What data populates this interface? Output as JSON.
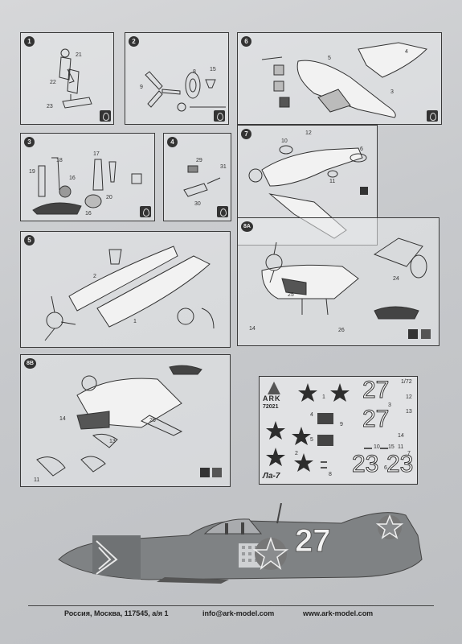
{
  "steps": {
    "s1": {
      "num": "1",
      "parts": [
        "21",
        "22",
        "23"
      ]
    },
    "s2": {
      "num": "2",
      "parts": [
        "8",
        "9",
        "15"
      ]
    },
    "s6": {
      "num": "6",
      "parts": [
        "5",
        "4",
        "3"
      ]
    },
    "s3": {
      "num": "3",
      "parts": [
        "17",
        "18",
        "19",
        "16",
        "20",
        "16"
      ]
    },
    "s4": {
      "num": "4",
      "parts": [
        "29",
        "31",
        "30"
      ]
    },
    "s7": {
      "num": "7",
      "parts": [
        "12",
        "10",
        "6",
        "11"
      ]
    },
    "s5": {
      "num": "5",
      "parts": [
        "2",
        "1"
      ]
    },
    "s8a": {
      "num": "8A",
      "parts": [
        "25",
        "24",
        "14",
        "26"
      ]
    },
    "s8b": {
      "num": "8B",
      "parts": [
        "14",
        "13",
        "11",
        "26"
      ]
    }
  },
  "decals": {
    "brand": "ARK",
    "kit_number": "72021",
    "scale": "1/72",
    "model_name": "Ла-7",
    "big_numbers": [
      "27",
      "27",
      "23",
      "23"
    ],
    "small_numbers": [
      "1",
      "2",
      "3",
      "4",
      "5",
      "6",
      "7",
      "8",
      "9",
      "10",
      "11",
      "12",
      "13",
      "14",
      "15"
    ]
  },
  "profile": {
    "tail_number": "27"
  },
  "footer": {
    "address": "Россия, Москва, 117545, а/я 1",
    "email": "info@ark-model.com",
    "website": "www.ark-model.com"
  }
}
